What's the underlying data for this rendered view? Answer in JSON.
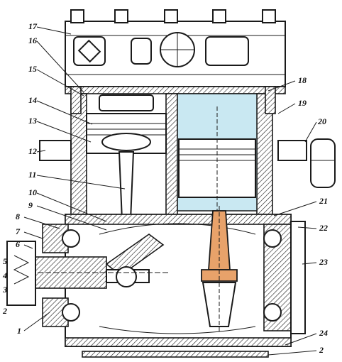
{
  "figure": {
    "colors": {
      "line": "#1a1a1a",
      "cylinder": "#c9e8f2",
      "connecting_rod": "#e8a26a",
      "background": "#ffffff"
    },
    "callouts": [
      {
        "id": "1",
        "label": "1"
      },
      {
        "id": "2",
        "label": "2"
      },
      {
        "id": "3",
        "label": "3"
      },
      {
        "id": "4",
        "label": "4"
      },
      {
        "id": "5",
        "label": "5"
      },
      {
        "id": "6",
        "label": "6"
      },
      {
        "id": "7",
        "label": "7"
      },
      {
        "id": "8",
        "label": "8"
      },
      {
        "id": "9",
        "label": "9"
      },
      {
        "id": "10",
        "label": "10"
      },
      {
        "id": "11",
        "label": "11"
      },
      {
        "id": "12",
        "label": "12"
      },
      {
        "id": "13",
        "label": "13"
      },
      {
        "id": "14",
        "label": "14"
      },
      {
        "id": "15",
        "label": "15"
      },
      {
        "id": "16",
        "label": "16"
      },
      {
        "id": "17",
        "label": "17"
      },
      {
        "id": "18",
        "label": "18"
      },
      {
        "id": "19",
        "label": "19"
      },
      {
        "id": "20",
        "label": "20"
      },
      {
        "id": "21",
        "label": "21"
      },
      {
        "id": "22",
        "label": "22"
      },
      {
        "id": "23",
        "label": "23"
      },
      {
        "id": "24",
        "label": "24"
      },
      {
        "id": "25",
        "label": "2"
      }
    ]
  }
}
